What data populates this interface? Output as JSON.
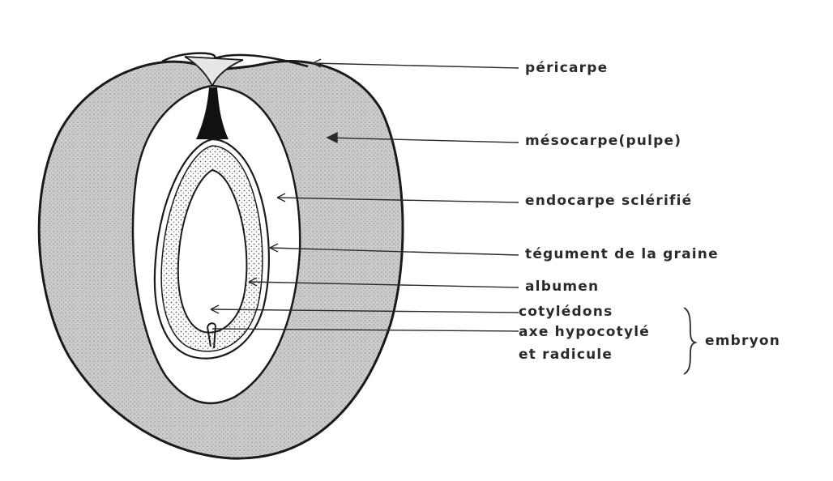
{
  "labels": {
    "pericarpe": "péricarpe",
    "mesocarpe": "mésocarpe(pulpe)",
    "endocarpe": "endocarpe sclérifié",
    "tegument": "tégument de la graine",
    "albumen": "albumen",
    "cotyledons": "cotylédons",
    "axe": "axe hypocotylé",
    "radicule": "et radicule",
    "embryon": "embryon"
  },
  "colors": {
    "ink": "#2a2a2a",
    "pulp": "#c9c9c9",
    "paper": "#ffffff"
  }
}
